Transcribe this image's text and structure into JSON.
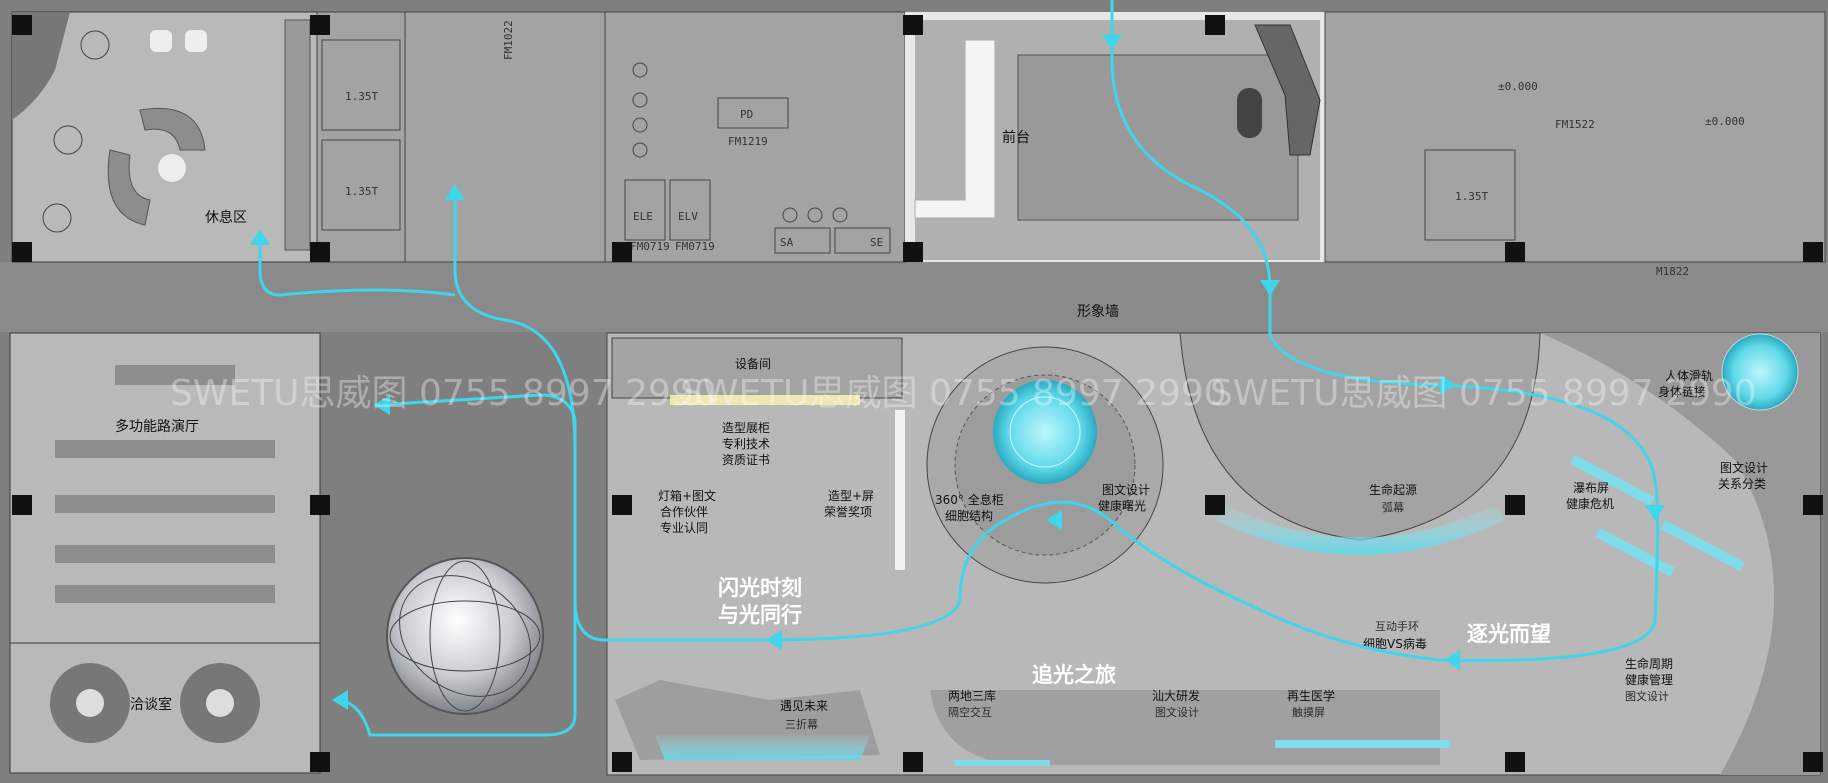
{
  "labels": {
    "lounge": "休息区",
    "multi_hall": "多功能路演厅",
    "meeting": "洽谈室",
    "front_desk": "前台",
    "image_wall": "形象墙",
    "equipment": "设备间",
    "cabinet1": "造型展柜",
    "cabinet2": "专利技术",
    "cabinet3": "资质证书",
    "lightbox1": "灯箱+图文",
    "lightbox2": "合作伙伴",
    "lightbox3": "专业认同",
    "screen1": "造型+屏",
    "screen2": "荣誉奖项",
    "holo1": "360° 全息柜",
    "holo2": "细胞结构",
    "graphic1": "图文设计",
    "graphic2": "健康曙光",
    "life_origin1": "生命起源",
    "life_origin2": "弧幕",
    "rail1": "人体滑轨",
    "rail2": "身体链接",
    "waterfall1": "瀑布屏",
    "waterfall2": "健康危机",
    "relation1": "图文设计",
    "relation2": "关系分类",
    "wristband1": "互动手环",
    "wristband2": "细胞VS病毒",
    "lifecycle1": "生命周期",
    "lifecycle2": "健康管理",
    "lifecycle3": "图文设计",
    "future1": "遇见未来",
    "future2": "三折幕",
    "two_places1": "两地三库",
    "two_places2": "隔空交互",
    "shantou1": "汕大研发",
    "shantou2": "图文设计",
    "regen1": "再生医学",
    "regen2": "触摸屏"
  },
  "slogans": {
    "flash1": "闪光时刻",
    "flash2": "与光同行",
    "chase": "追光之旅",
    "pursue": "逐光而望"
  },
  "dimensions": {
    "lift_a": "1.35T",
    "lift_b": "1.35T",
    "lift_c": "1.35T",
    "level_a": "±0.000",
    "level_b": "±0.000",
    "fm_a": "FM1022",
    "fm_b": "FM0719",
    "fm_c": "FM0719",
    "fm_d": "FM1219",
    "fm_e": "FM1522",
    "fm_f": "M1822",
    "ele": "ELE",
    "elv": "ELV",
    "sa": "SA",
    "se": "SE",
    "pd": "PD"
  },
  "watermark": "SWETU思威图 0755 8997 2990",
  "colors": {
    "route": "#3fd5ea",
    "background": "#7f7f7f",
    "room": "#a3a3a3",
    "column": "#111111"
  }
}
